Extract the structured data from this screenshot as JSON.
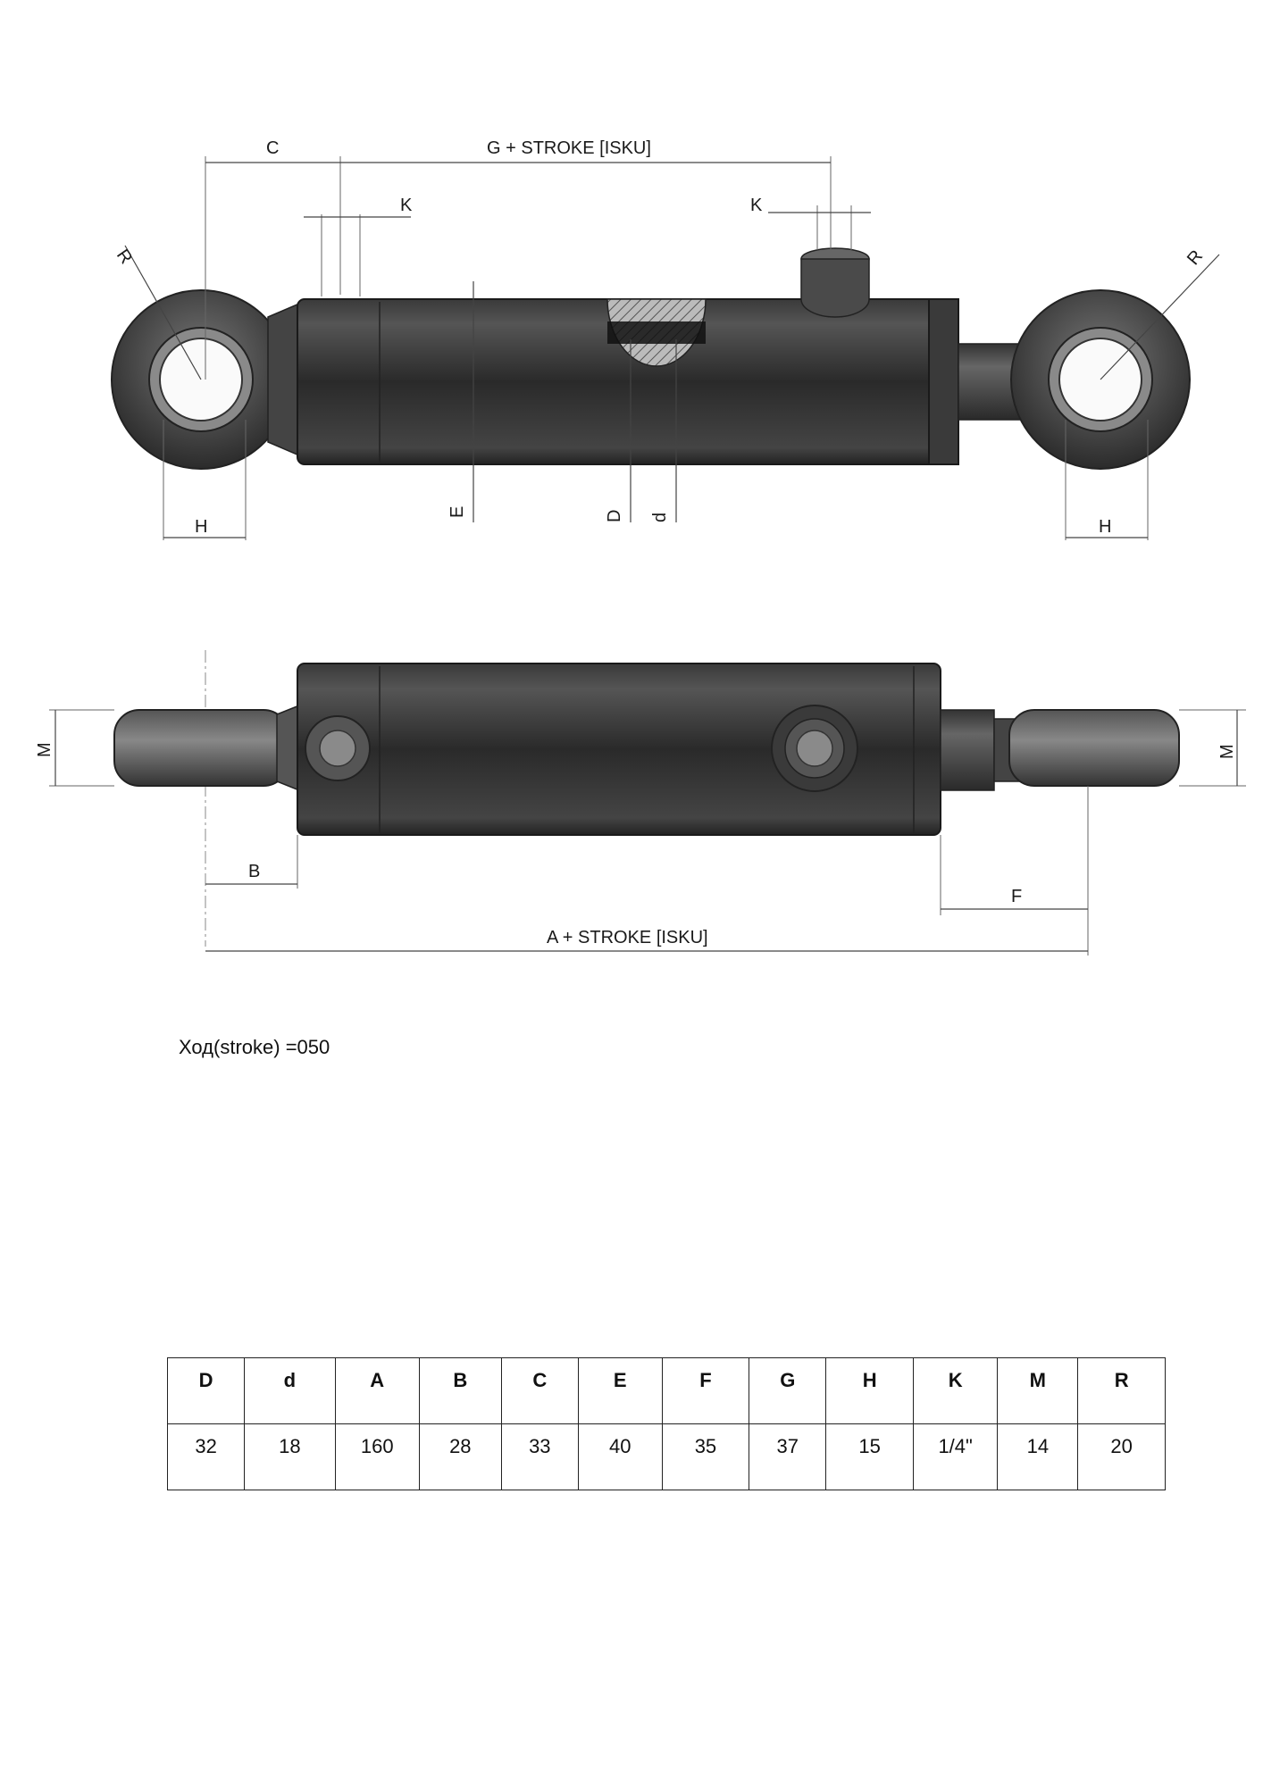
{
  "drawing": {
    "top_view": {
      "dim_C": "C",
      "dim_G": "G + STROKE  [ISKU]",
      "dim_K_left": "K",
      "dim_K_right": "K",
      "dim_R_left": "R",
      "dim_R_right": "R",
      "dim_H_left": "H",
      "dim_H_right": "H",
      "dim_E": "E",
      "dim_D": "D",
      "dim_d": "d"
    },
    "side_view": {
      "dim_M_left": "M",
      "dim_M_right": "M",
      "dim_B": "B",
      "dim_F": "F",
      "dim_A": "A + STROKE  [ISKU]"
    }
  },
  "stroke_note": "Ход(stroke) =050",
  "table": {
    "headers": [
      "D",
      "d",
      "A",
      "B",
      "C",
      "E",
      "F",
      "G",
      "H",
      "K",
      "M",
      "R"
    ],
    "values": [
      "32",
      "18",
      "160",
      "28",
      "33",
      "40",
      "35",
      "37",
      "15",
      "1/4\"",
      "14",
      "20"
    ]
  },
  "colors": {
    "body_dark": "#2b2b2b",
    "body_light": "#5a5a5a",
    "line": "#444444"
  }
}
